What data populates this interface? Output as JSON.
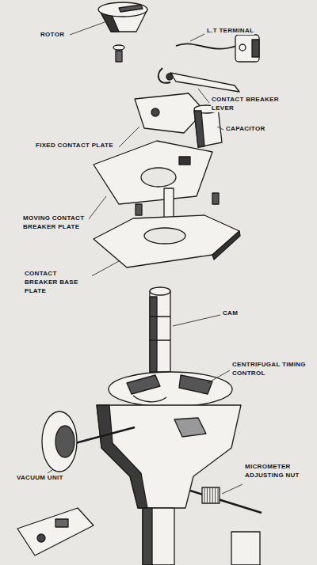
{
  "diagram": {
    "labels": [
      "ROTOR",
      "L.T TERMINAL",
      "CONTACT BREAKER LEVER",
      "CAPACITOR",
      "FIXED CONTACT PLATE",
      "MOVING CONTACT BREAKER PLATE",
      "CONTACT BREAKER BASE PLATE",
      "CAM",
      "CENTRIFUGAL TIMING CONTROL",
      "VACUUM UNIT",
      "MICROMETER ADJUSTING NUT"
    ]
  }
}
